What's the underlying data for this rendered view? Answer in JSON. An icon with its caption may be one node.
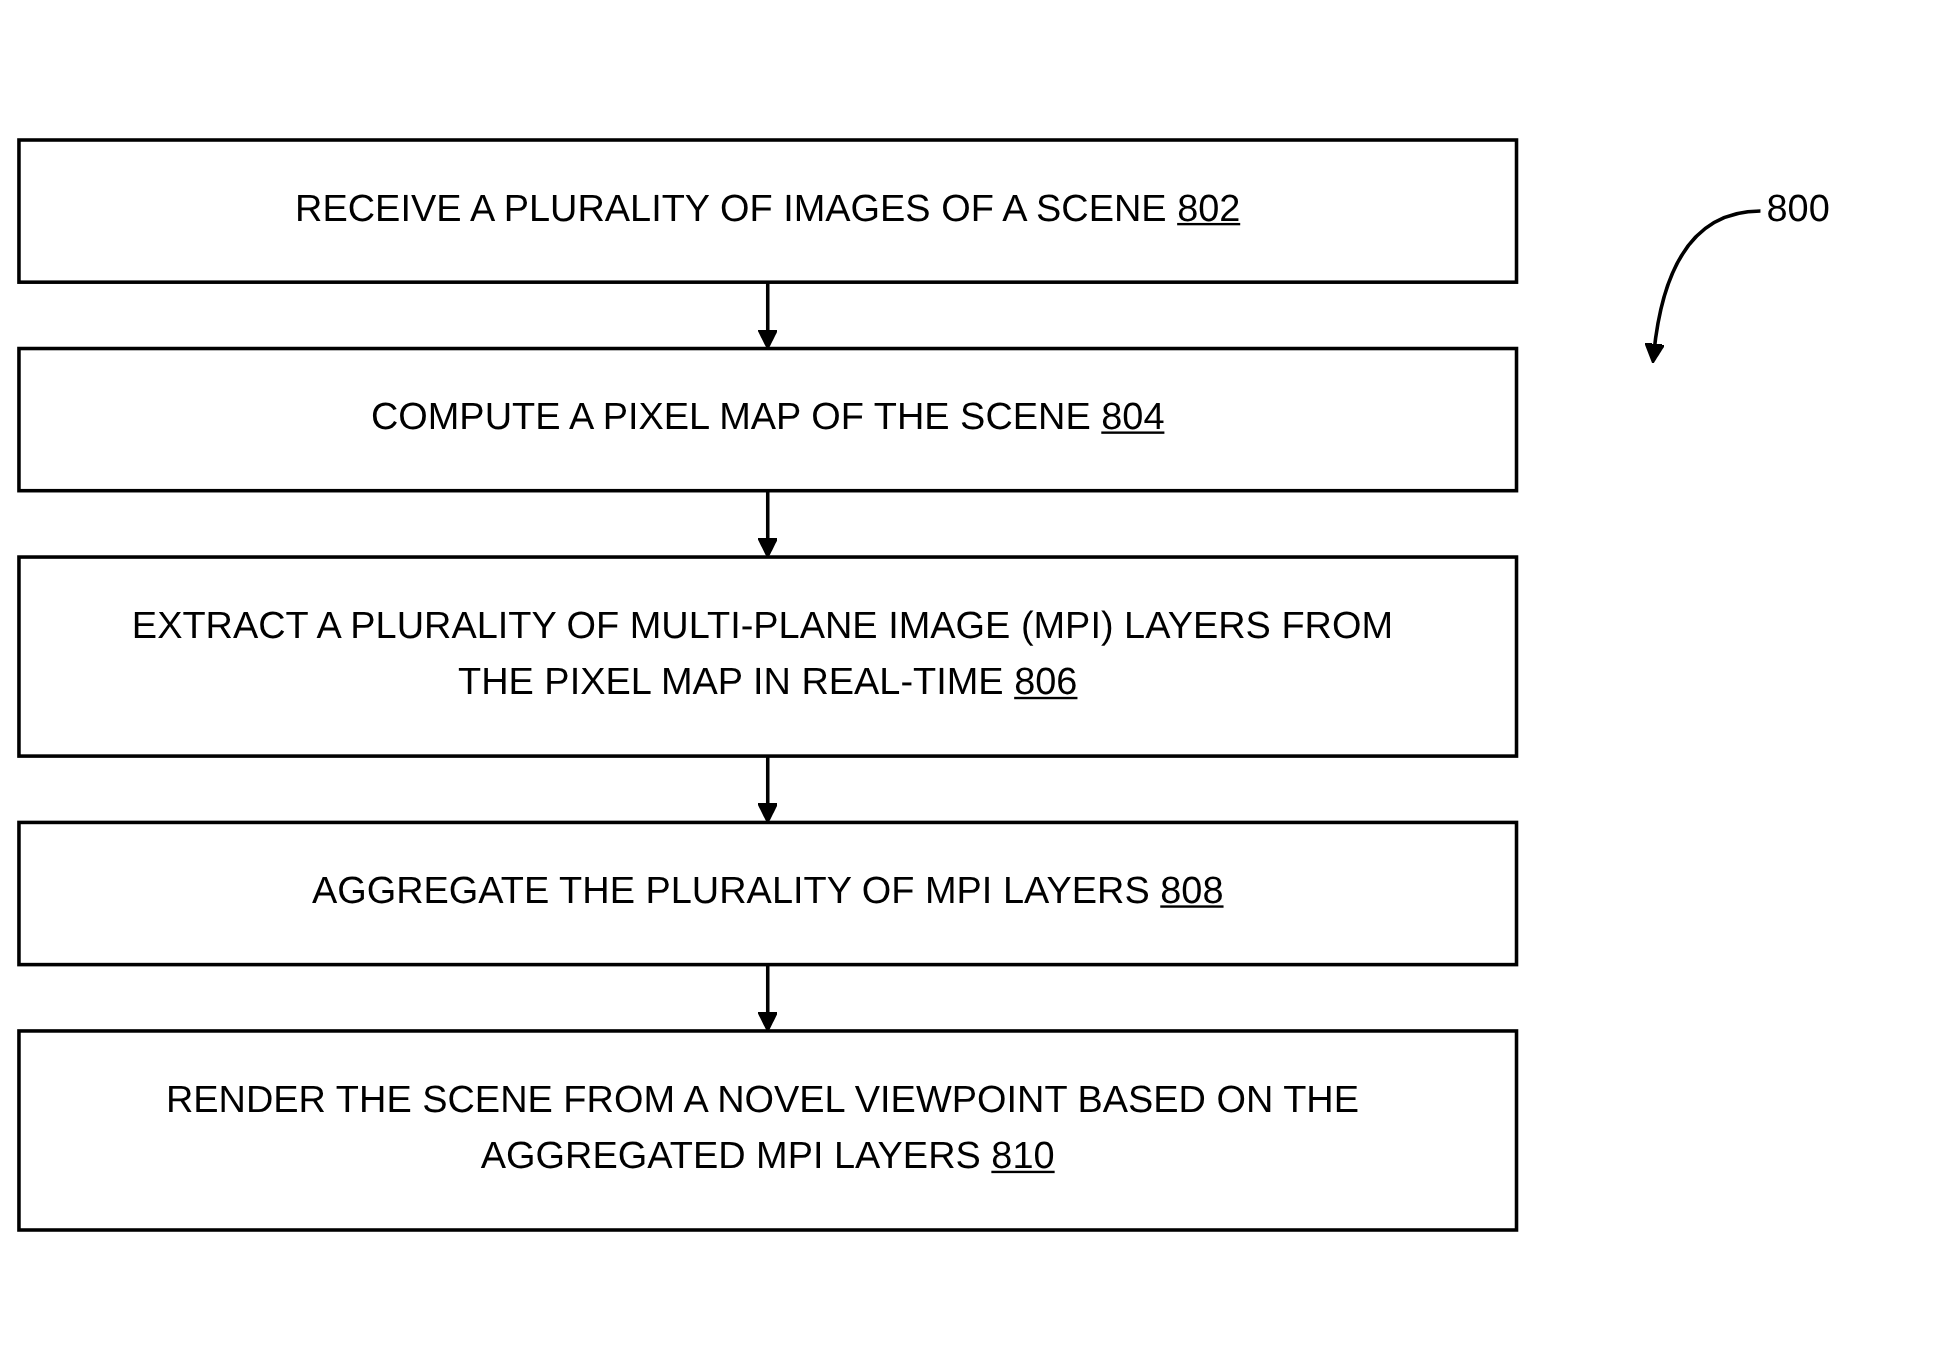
{
  "diagram": {
    "nodes": [
      {
        "text": [
          "RECEIVE A PLURALITY OF IMAGES OF A SCENE 802"
        ]
      },
      {
        "text": [
          "COMPUTE A PIXEL MAP OF THE SCENE 804"
        ]
      },
      {
        "text": [
          "EXTRACT A PLURALITY OF MULTI-PLANE IMAGE (MPI) LAYERS FROM THE PIXEL MAP IN REAL-TIME 806"
        ]
      },
      {
        "text": [
          "AGGREGATE THE PLURALITY OF MPI LAYERS 808"
        ]
      },
      {
        "text": [
          "RENDER THE SCENE FROM A NOVEL VIEWPOINT BASED ON THE AGGREGATED MPI LAYERS 810"
        ]
      },
      {
        "text": [
          "800"
        ]
      }
    ],
    "edges": [
      {
        "from": 0,
        "to": 1,
        "arrow": "to"
      },
      {
        "from": 1,
        "to": 2,
        "arrow": "to"
      },
      {
        "from": 2,
        "to": 3,
        "arrow": "to"
      },
      {
        "from": 3,
        "to": 4,
        "arrow": "to"
      },
      {
        "from": 5,
        "to": null,
        "arrow": "to"
      }
    ]
  }
}
